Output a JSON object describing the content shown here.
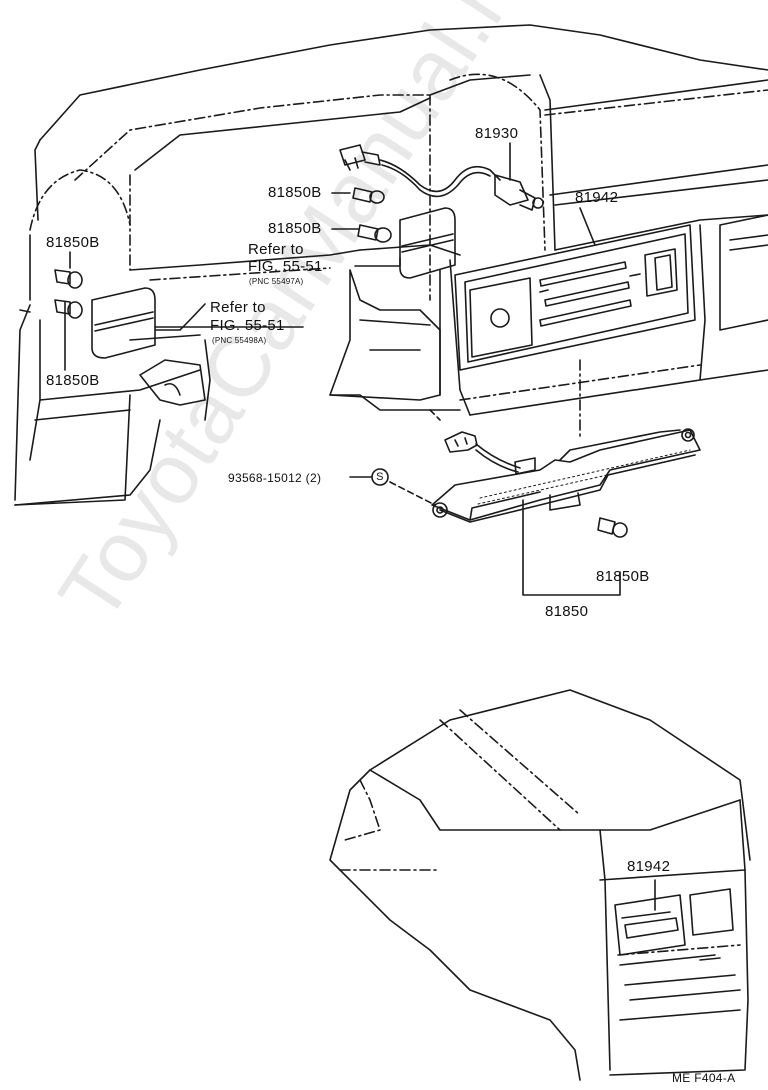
{
  "watermark": "ToyotaCarManual.ru",
  "parts": {
    "bulb_left_upper": "81850B",
    "bulb_left_lower": "81850B",
    "bulb_center_1": "81850B",
    "bulb_center_2": "81850B",
    "bulb_right": "81850B",
    "socket_wire": "81930",
    "control_panel": "81942",
    "control_panel_console": "81942",
    "light_assembly": "81850",
    "screw": "93568-15012 (2)"
  },
  "screw_symbol": "S",
  "refs": {
    "ref1_line1": "Refer to",
    "ref1_line2": "FIG. 55-51",
    "ref1_pnc": "(PNC 55497A)",
    "ref2_line1": "Refer to",
    "ref2_line2": "FIG. 55-51",
    "ref2_pnc": "(PNC 55498A)"
  },
  "figure_code": "ME  F404-A"
}
